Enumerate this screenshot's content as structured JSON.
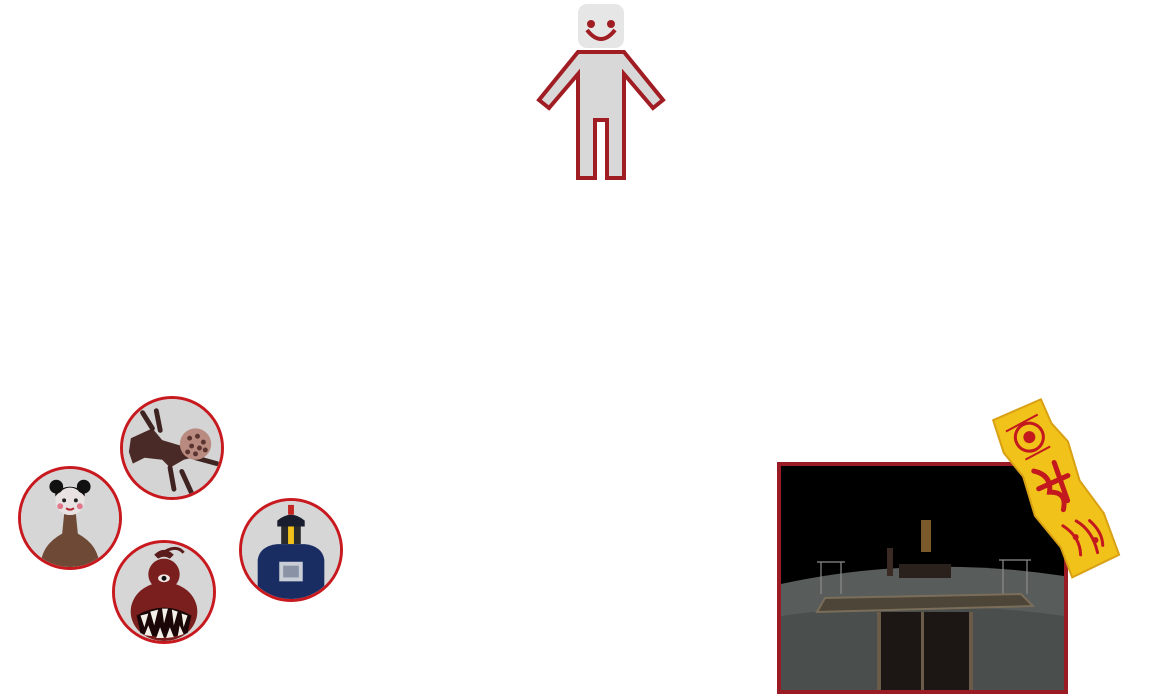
{
  "player": {
    "icon": "player-figure-icon",
    "colors": {
      "outline": "#a11d24",
      "fill": "#d9d8d8"
    }
  },
  "enemies": [
    {
      "id": "crawler",
      "icon": "crawling-ghoul-icon"
    },
    {
      "id": "doll",
      "icon": "vase-doll-icon"
    },
    {
      "id": "gourd",
      "icon": "gourd-monster-icon"
    },
    {
      "id": "jiangshi",
      "icon": "jiangshi-robe-icon"
    }
  ],
  "room": {
    "icon": "temple-room-preview",
    "colors": {
      "frame": "#9b1b24"
    }
  },
  "talisman": {
    "icon": "talisman-paper-icon",
    "colors": {
      "paper": "#f1c21a",
      "ink": "#c2181e"
    }
  }
}
